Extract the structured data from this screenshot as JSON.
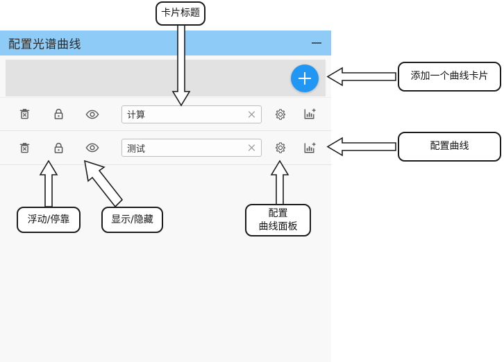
{
  "panel": {
    "title": "配置光谱曲线",
    "minimize_label": "−",
    "header_color": "#8ecbf7",
    "body_color": "#f8f8f8",
    "toolbar_color": "#e2e2e2",
    "accent_color": "#2196f3",
    "add_button_icon": "plus-icon",
    "rows": [
      {
        "delete_icon": "trash-x-icon",
        "lock_icon": "lock-closed-icon",
        "visibility_icon": "eye-icon",
        "name_value": "计算",
        "name_placeholder": "",
        "clear_icon": "close-x-icon",
        "settings_icon": "gear-icon",
        "chart_icon": "chart-add-icon"
      },
      {
        "delete_icon": "trash-x-icon",
        "lock_icon": "lock-closed-icon",
        "visibility_icon": "eye-icon",
        "name_value": "测试",
        "name_placeholder": "",
        "clear_icon": "close-x-icon",
        "settings_icon": "gear-icon",
        "chart_icon": "chart-add-icon"
      }
    ]
  },
  "annotations": {
    "card_title": "卡片标题",
    "add_curve_card": "添加一个曲线卡片",
    "configure_curve": "配置曲线",
    "float_dock": "浮动/停靠",
    "show_hide": "显示/隐藏",
    "configure_panel_line1": "配置",
    "configure_panel_line2": "曲线面板"
  }
}
